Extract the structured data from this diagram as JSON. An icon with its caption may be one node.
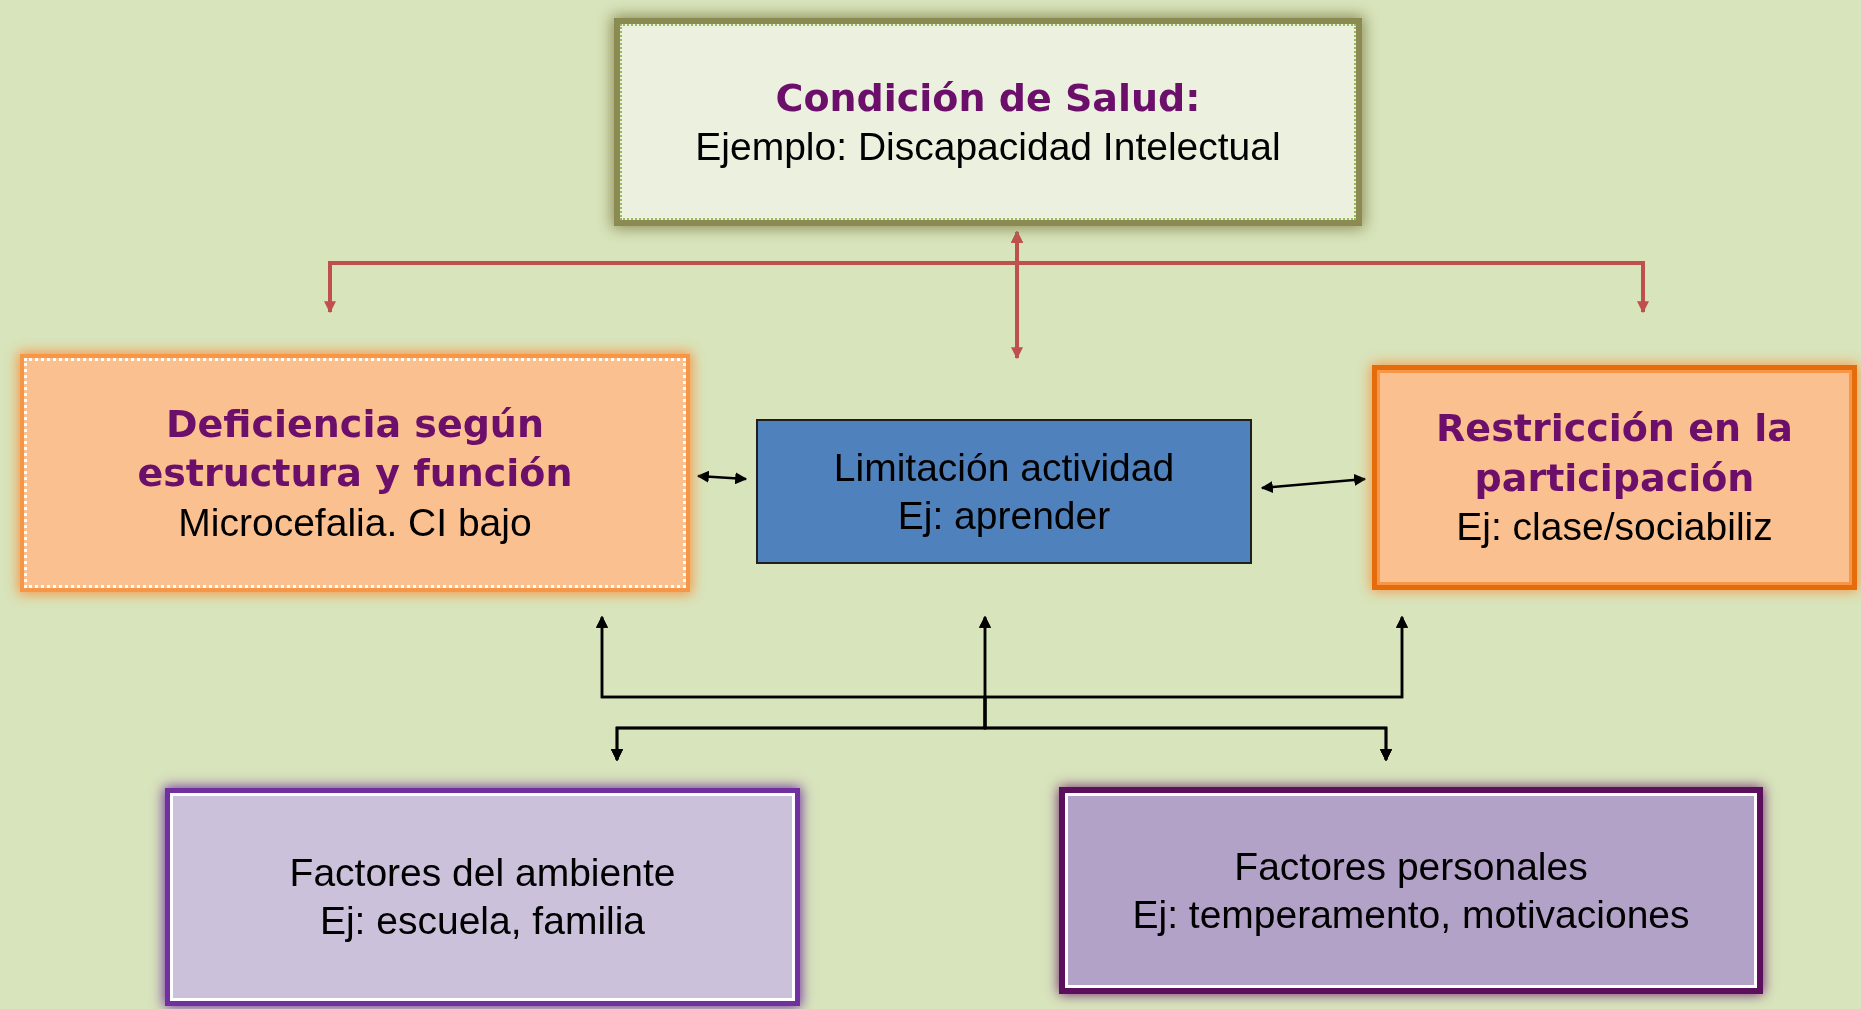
{
  "diagram": {
    "nodes": [
      {
        "text": [
          "Condición de Salud:",
          "Ejemplo: Discapacidad Intelectual"
        ]
      },
      {
        "text": [
          "Deficiencia según estructura y función",
          "Microcefalia. CI bajo"
        ]
      },
      {
        "text": [
          "Limitación actividad",
          "Ej: aprender"
        ]
      },
      {
        "text": [
          "Restricción en la participación",
          "Ej: clase/sociabiliz"
        ]
      },
      {
        "text": [
          "Factores del ambiente",
          "Ej: escuela, familia"
        ]
      },
      {
        "text": [
          "Factores personales",
          "Ej: temperamento, motivaciones"
        ]
      }
    ],
    "edges": [
      {
        "from": 0,
        "to": 1,
        "arrow": "both",
        "color": "#c0504d"
      },
      {
        "from": 0,
        "to": 2,
        "arrow": "both",
        "color": "#c0504d"
      },
      {
        "from": 0,
        "to": 3,
        "arrow": "both",
        "color": "#c0504d"
      },
      {
        "from": 1,
        "to": 2,
        "arrow": "both"
      },
      {
        "from": 2,
        "to": 3,
        "arrow": "both"
      },
      {
        "from": 4,
        "to": 1,
        "arrow": "both"
      },
      {
        "from": 4,
        "to": 2,
        "arrow": "both"
      },
      {
        "from": 4,
        "to": 3,
        "arrow": "both"
      },
      {
        "from": 5,
        "to": 1,
        "arrow": "both"
      },
      {
        "from": 5,
        "to": 2,
        "arrow": "both"
      },
      {
        "from": 5,
        "to": 3,
        "arrow": "both"
      }
    ]
  }
}
